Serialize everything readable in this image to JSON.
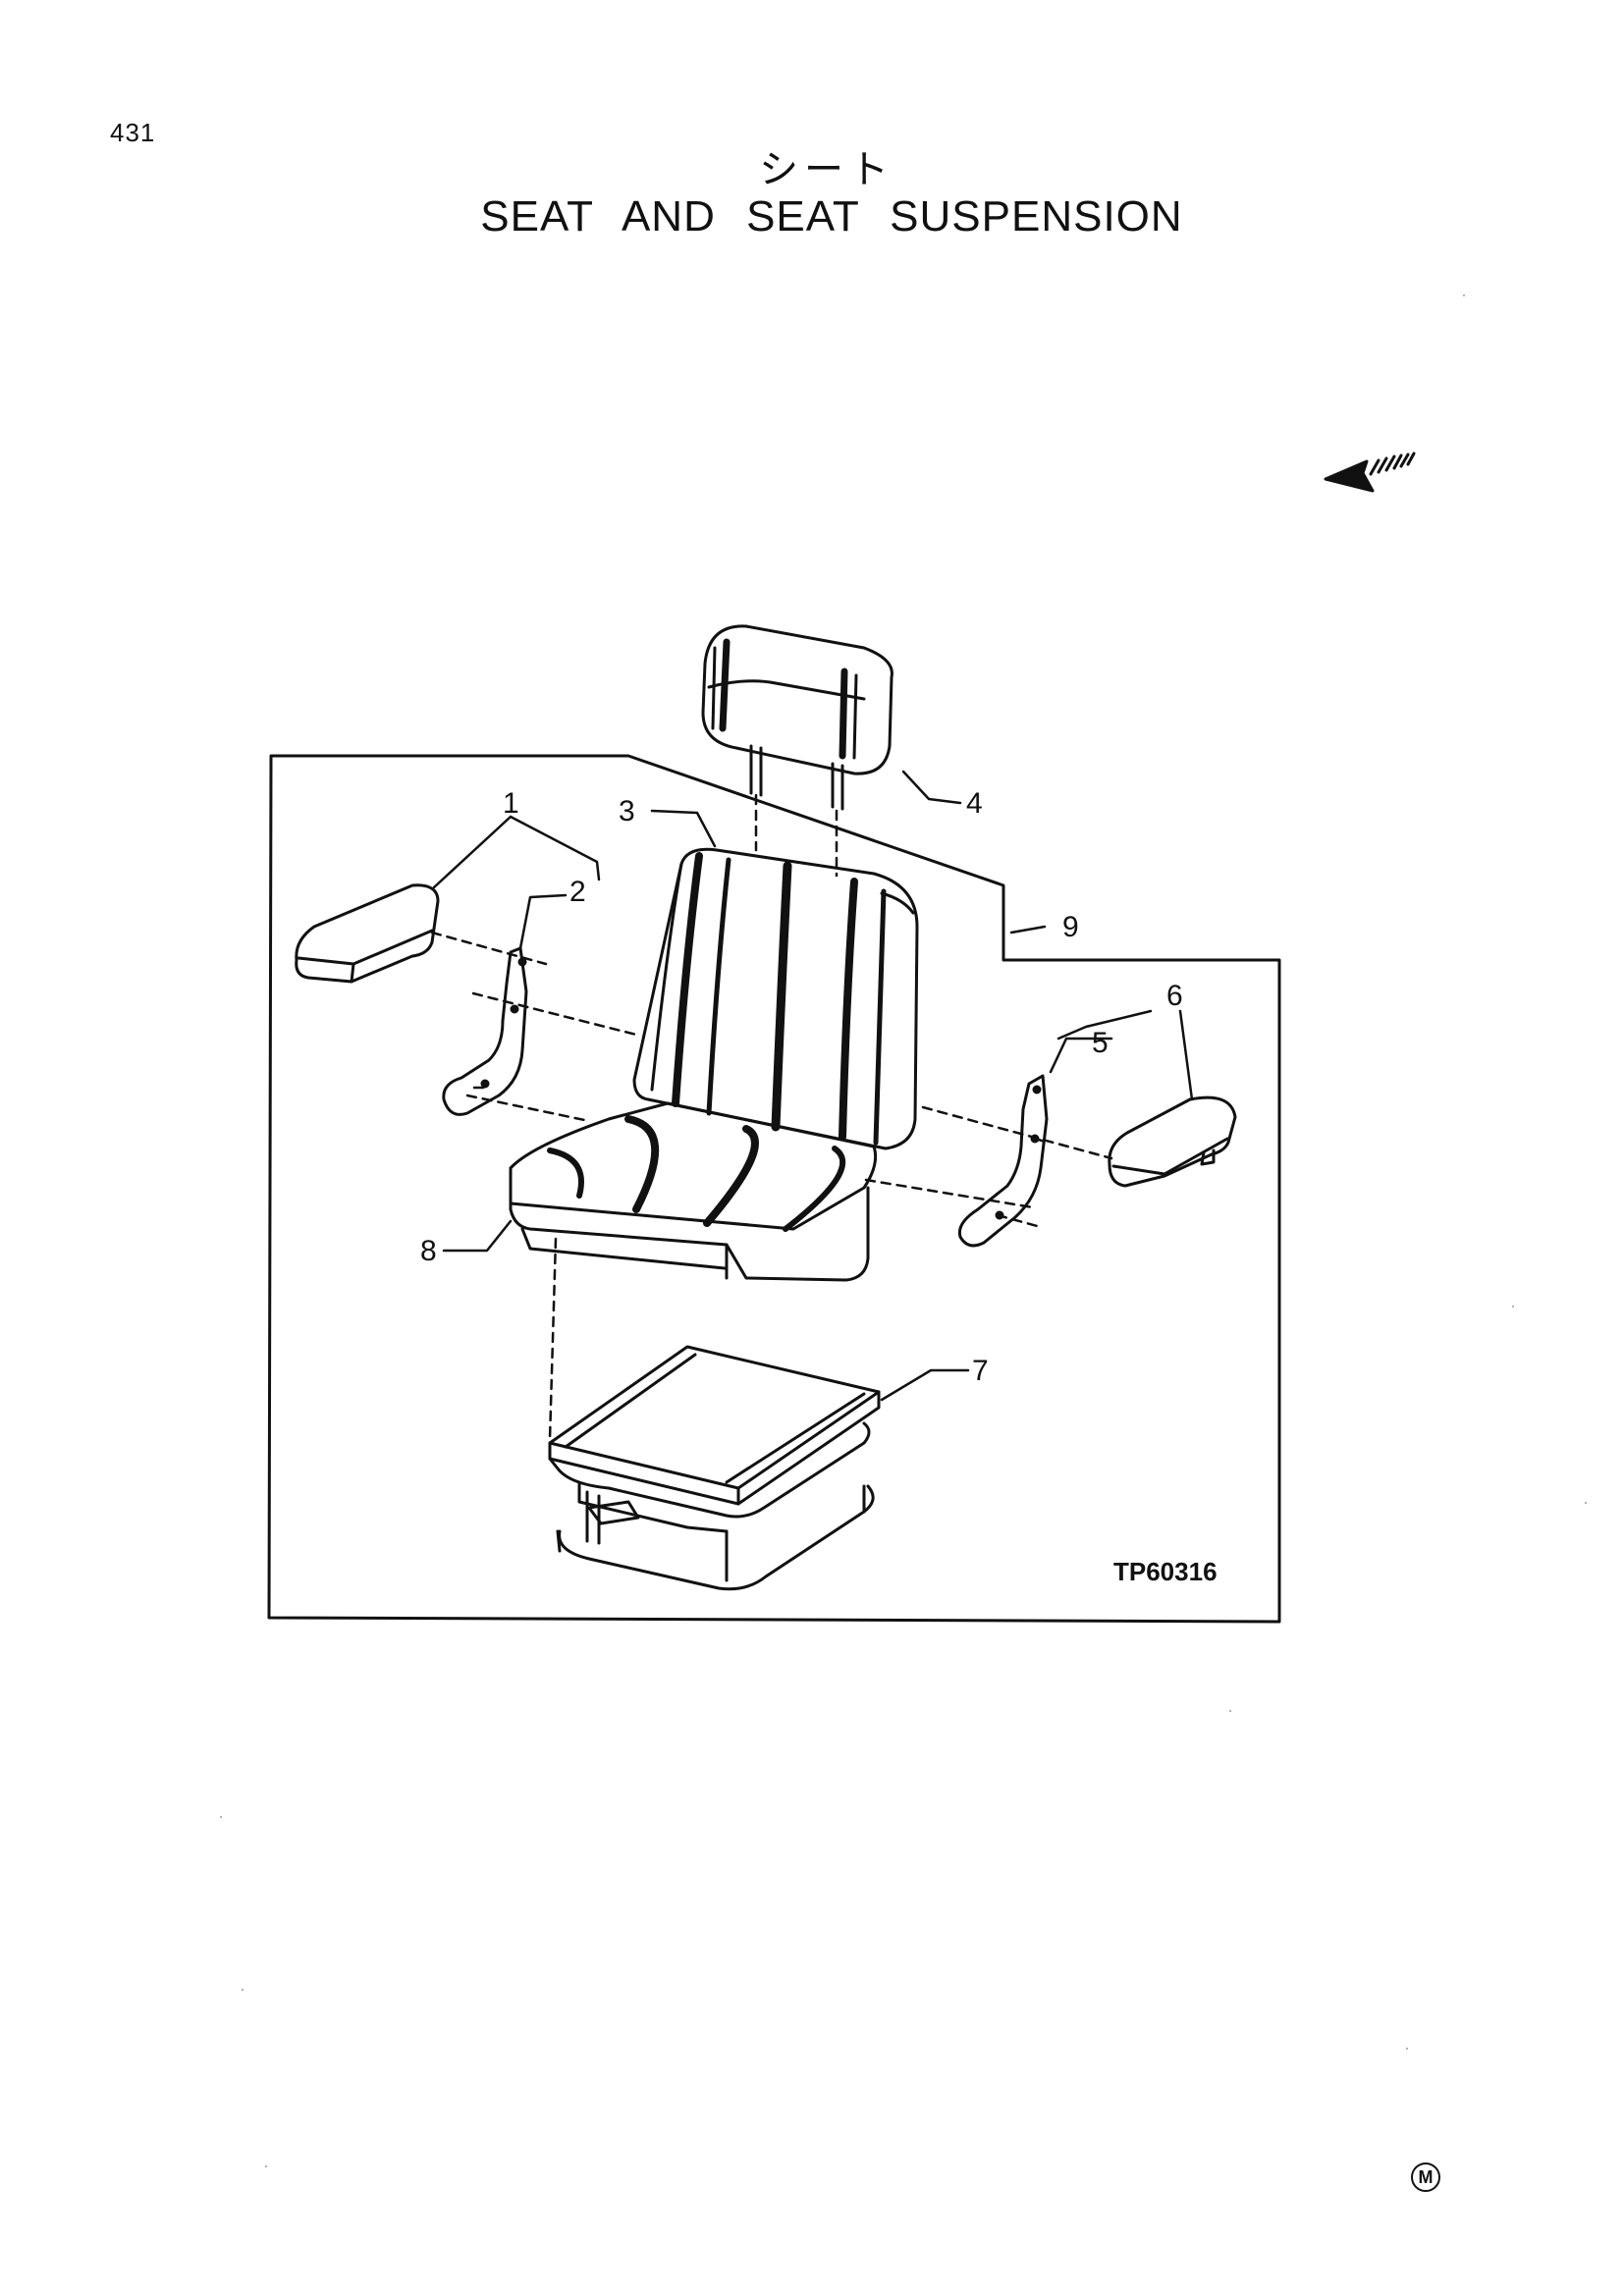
{
  "page_number": "431",
  "title_jp": "シート",
  "title_en": "SEAT AND SEAT SUSPENSION",
  "figure_code": "TP60316",
  "corner_mark": "M",
  "callouts": {
    "c1": "1",
    "c2": "2",
    "c3": "3",
    "c4": "4",
    "c5": "5",
    "c6": "6",
    "c7": "7",
    "c8": "8",
    "c9": "9"
  },
  "icons": {
    "direction_arrow": "front-direction-arrow-icon",
    "corner_mark": "circled-m-icon"
  },
  "colors": {
    "ink": "#111111",
    "paper": "#ffffff"
  }
}
